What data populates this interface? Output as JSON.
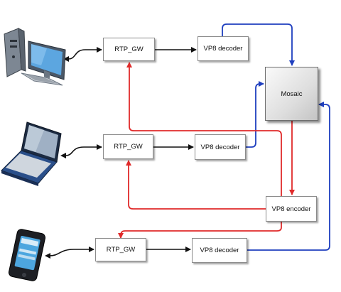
{
  "colors": {
    "video_in": "#1f3fbf",
    "video_out": "#e02a2a",
    "client_link": "#111111"
  },
  "nodes": {
    "rtp_gw_1": "RTP_GW",
    "rtp_gw_2": "RTP_GW",
    "rtp_gw_3": "RTP_GW",
    "vp8_decoder_1": "VP8 decoder",
    "vp8_decoder_2": "VP8 decoder",
    "vp8_decoder_3": "VP8 decoder",
    "mosaic": "Mosaic",
    "vp8_encoder": "VP8 encoder"
  },
  "devices": [
    {
      "icon": "desktop-computer-icon"
    },
    {
      "icon": "laptop-icon"
    },
    {
      "icon": "smartphone-icon"
    }
  ]
}
